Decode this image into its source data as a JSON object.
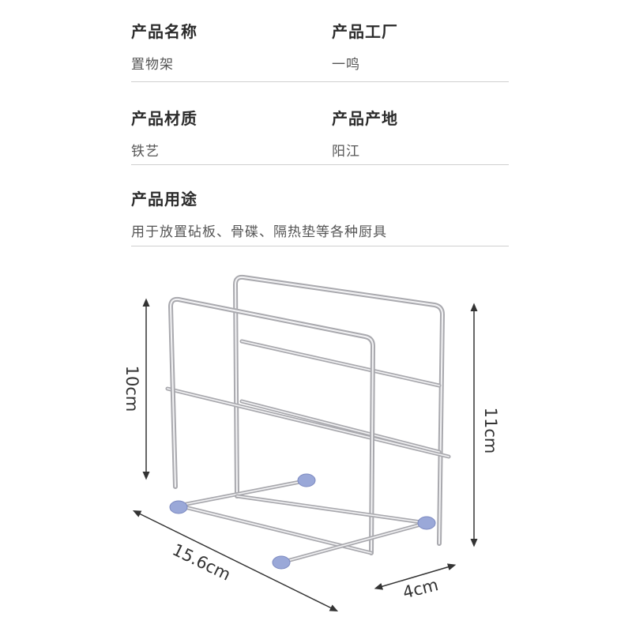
{
  "specs": {
    "name": {
      "label": "产品名称",
      "value": "置物架"
    },
    "factory": {
      "label": "产品工厂",
      "value": "一鸣"
    },
    "material": {
      "label": "产品材质",
      "value": "铁艺"
    },
    "origin": {
      "label": "产品产地",
      "value": "阳江"
    },
    "usage": {
      "label": "产品用途",
      "value": "用于放置砧板、骨碟、隔热垫等各种厨具"
    }
  },
  "dimensions": {
    "height_front": "10cm",
    "height_back": "11cm",
    "length": "15.6cm",
    "depth": "4cm"
  },
  "colors": {
    "wire": "#b8b8bc",
    "wire_highlight": "#f2f2f4",
    "foot_cap": "#9aa8d8",
    "divider": "#cfcfcf"
  }
}
